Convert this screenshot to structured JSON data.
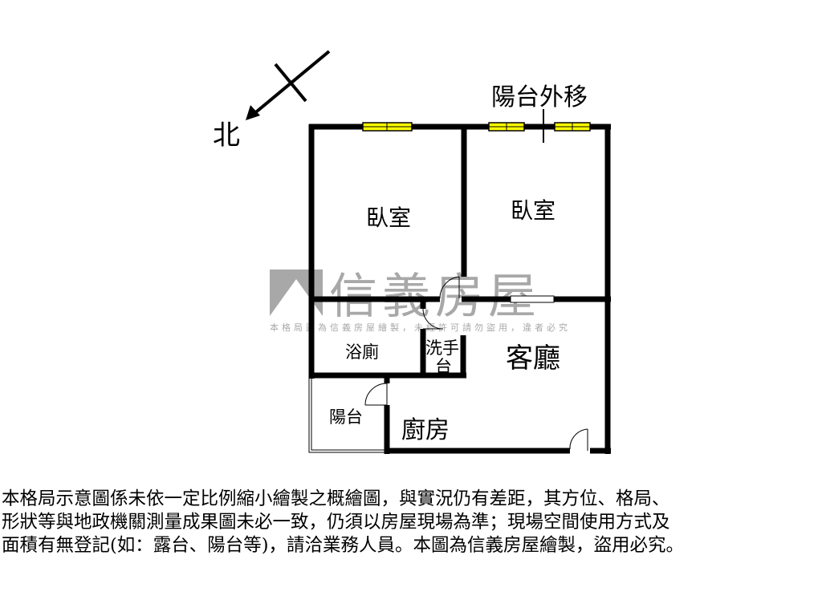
{
  "compass": {
    "label": "北",
    "icon": "north-arrow-icon"
  },
  "annotation": "陽台外移",
  "rooms": {
    "bedroom_left": "臥室",
    "bedroom_right": "臥室",
    "bathroom": "浴廁",
    "sink_line1": "洗手",
    "sink_line2": "台",
    "living_room": "客廳",
    "balcony": "陽台",
    "kitchen": "廚房"
  },
  "watermark": {
    "brand": "信義房屋",
    "notice": "本格局圖為信義房屋繪製，未經許可請勿盜用，違者必究"
  },
  "colors": {
    "wall": "#000000",
    "window": "#ffff00",
    "watermark": "#9a9a9a"
  },
  "disclaimer": [
    "本格局示意圖係未依一定比例縮小繪製之概繪圖，與實況仍有差距，其方位、格局、",
    "形狀等與地政機關測量成果圖未必一致，仍須以房屋現場為準；現場空間使用方式及",
    "面積有無登記(如：露台、陽台等)，請洽業務人員。本圖為信義房屋繪製，盜用必究。"
  ]
}
